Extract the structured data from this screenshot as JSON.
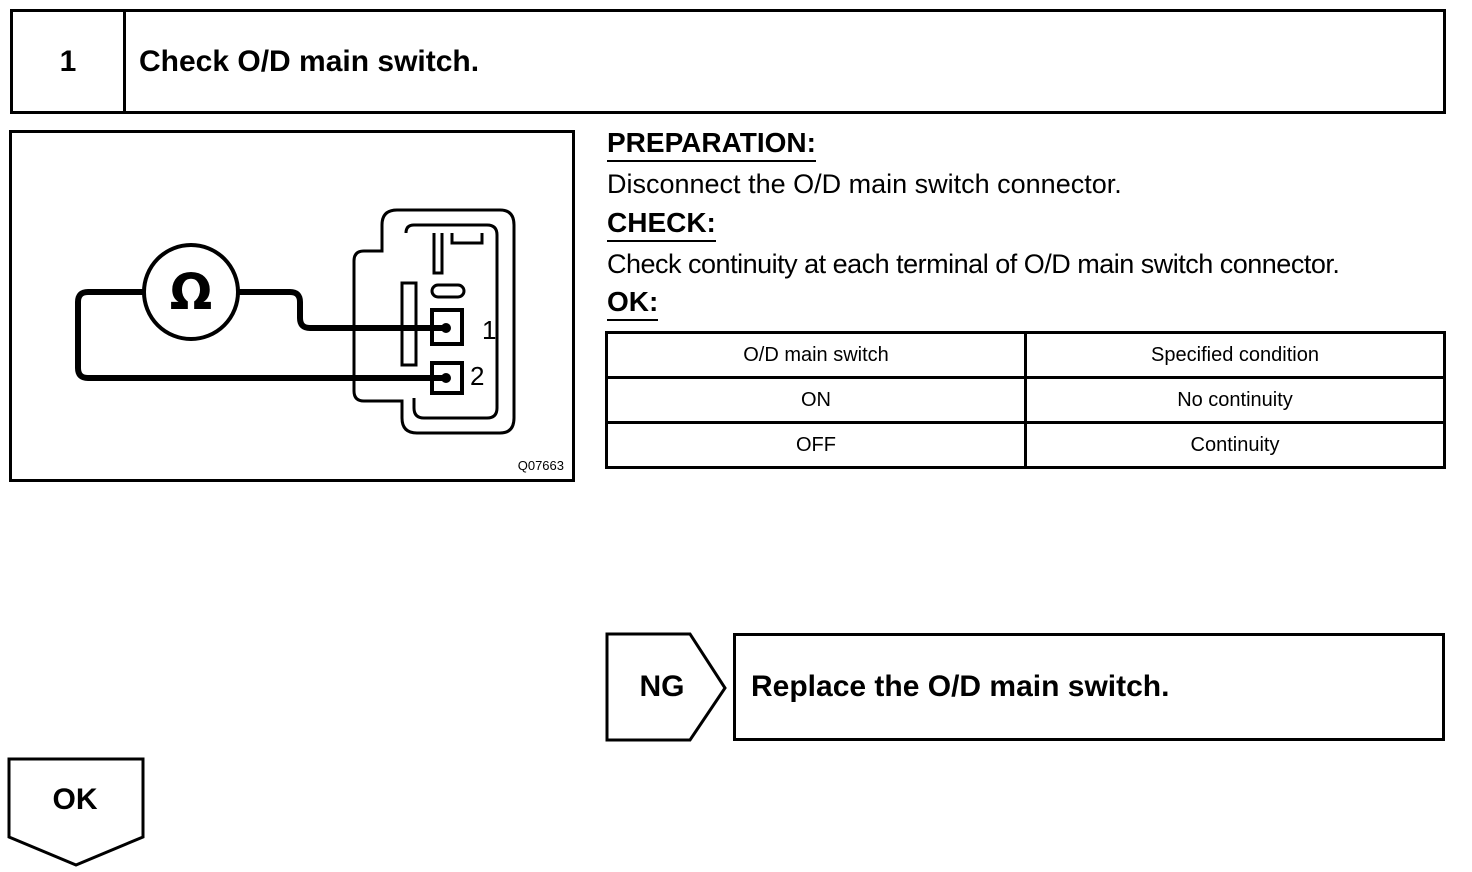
{
  "step": {
    "number": "1",
    "title": "Check O/D main switch."
  },
  "figure": {
    "code": "Q07663",
    "ohm_symbol": "Ω",
    "terminals": [
      "1",
      "2"
    ],
    "icon": "ohmmeter-connector-diagram"
  },
  "preparation": {
    "heading": "PREPARATION:",
    "text": "Disconnect the O/D main switch connector."
  },
  "check": {
    "heading": "CHECK:",
    "text": "Check continuity at each terminal of O/D main switch connector."
  },
  "ok": {
    "heading": "OK:"
  },
  "spec_table": {
    "headers": [
      "O/D main switch",
      "Specified condition"
    ],
    "rows": [
      [
        "ON",
        "No continuity"
      ],
      [
        "OFF",
        "Continuity"
      ]
    ]
  },
  "ng": {
    "label": "NG",
    "action": "Replace the O/D main switch."
  },
  "ok_flow": {
    "label": "OK"
  }
}
